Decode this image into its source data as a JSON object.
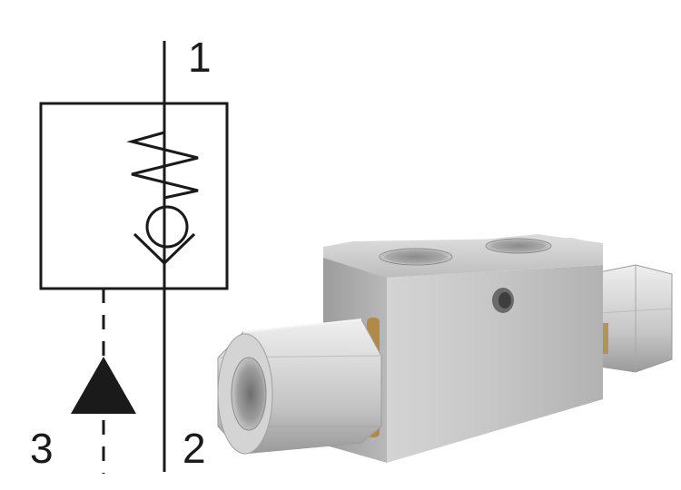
{
  "ports": {
    "p1": "1",
    "p2": "2",
    "p3": "3"
  },
  "icons": {
    "symbol": "check-valve-symbol",
    "spring": "spring-icon",
    "ball": "ball-check-icon",
    "pilot_arrow": "pilot-arrow-icon",
    "product": "valve-photo"
  },
  "colors": {
    "line": "#1a1a1a",
    "metal_light": "#e6e6e6",
    "metal_mid": "#c9c9c9",
    "metal_dark": "#8f8f8f",
    "seal": "#b08a4a"
  }
}
